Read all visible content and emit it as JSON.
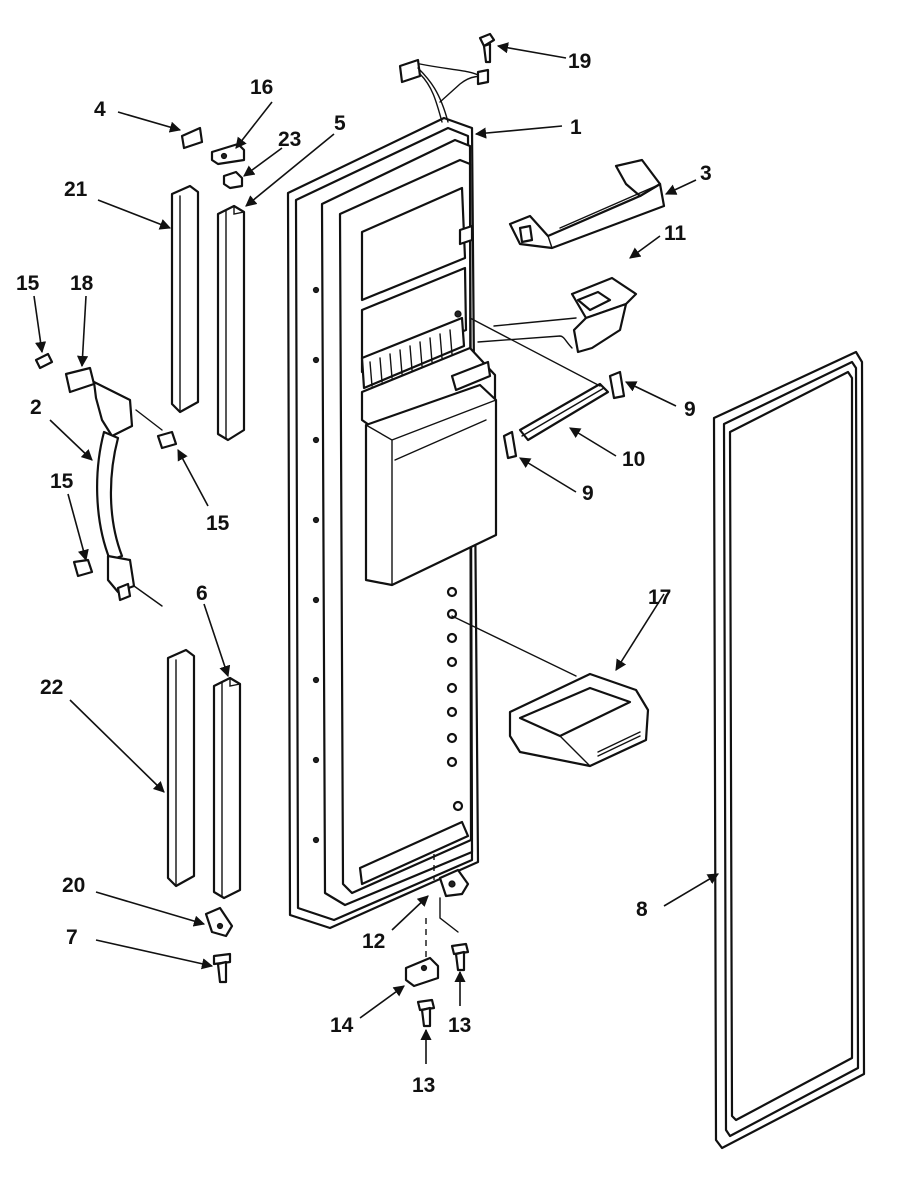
{
  "callouts": {
    "c1": "1",
    "c2": "2",
    "c3": "3",
    "c4": "4",
    "c5": "5",
    "c6": "6",
    "c7": "7",
    "c8": "8",
    "c9a": "9",
    "c9b": "9",
    "c10": "10",
    "c11": "11",
    "c12": "12",
    "c13a": "13",
    "c13b": "13",
    "c14": "14",
    "c15a": "15",
    "c15b": "15",
    "c15c": "15",
    "c16": "16",
    "c17": "17",
    "c18": "18",
    "c19": "19",
    "c20": "20",
    "c21": "21",
    "c22": "22",
    "c23": "23"
  },
  "colors": {
    "ink": "#111111",
    "paper": "#ffffff"
  }
}
